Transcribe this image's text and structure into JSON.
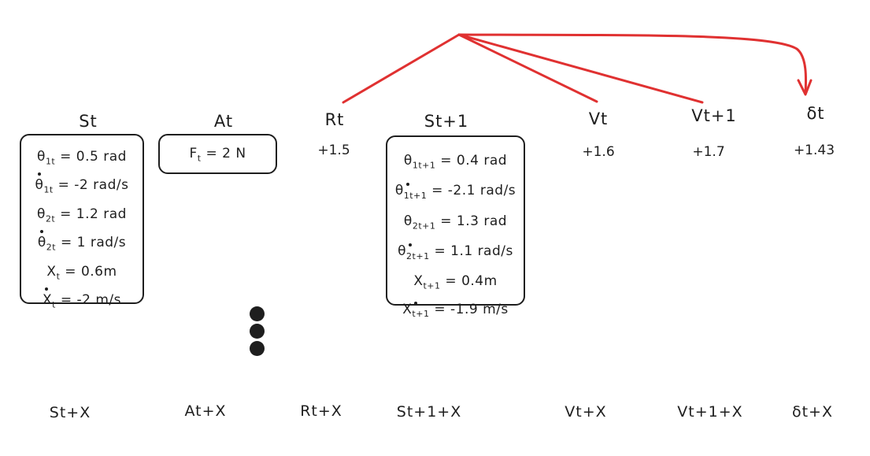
{
  "columns": [
    {
      "head": "St",
      "value": "",
      "foot": "St+X"
    },
    {
      "head": "At",
      "value": "",
      "foot": "At+X"
    },
    {
      "head": "Rt",
      "value": "+1.5",
      "foot": "Rt+X"
    },
    {
      "head": "St+1",
      "value": "",
      "foot": "St+1+X"
    },
    {
      "head": "Vt",
      "value": "+1.6",
      "foot": "Vt+X"
    },
    {
      "head": "Vt+1",
      "value": "+1.7",
      "foot": "Vt+1+X"
    },
    {
      "head": "δt",
      "value": "+1.43",
      "foot": "δt+X"
    }
  ],
  "state_t": {
    "theta1": {
      "sym": "θ",
      "sub": "1t",
      "value": " = 0.5 rad"
    },
    "theta1_dot": {
      "sym": "θ",
      "sub": "1t",
      "value": " = -2 rad/s"
    },
    "theta2": {
      "sym": "θ",
      "sub": "2t",
      "value": " = 1.2 rad"
    },
    "theta2_dot": {
      "sym": "θ",
      "sub": "2t",
      "value": " = 1 rad/s"
    },
    "x": {
      "sym": "X",
      "sub": "t",
      "value": " = 0.6m"
    },
    "x_dot": {
      "sym": "X",
      "sub": "t",
      "value": " = -2 m/s"
    }
  },
  "action_t": {
    "sym": "F",
    "sub": "t",
    "value": " = 2 N"
  },
  "state_t1": {
    "theta1": {
      "sym": "θ",
      "sub": "1t+1",
      "value": " = 0.4 rad"
    },
    "theta1_dot": {
      "sym": "θ",
      "sub": "1t+1",
      "value": " = -2.1 rad/s"
    },
    "theta2": {
      "sym": "θ",
      "sub": "2t+1",
      "value": " = 1.3 rad"
    },
    "theta2_dot": {
      "sym": "θ",
      "sub": "2t+1",
      "value": " = 1.1 rad/s"
    },
    "x": {
      "sym": "X",
      "sub": "t+1",
      "value": " = 0.4m"
    },
    "x_dot": {
      "sym": "X",
      "sub": "t+1",
      "value": " = -1.9 m/s"
    }
  },
  "colors": {
    "arrow": "#e03131",
    "ink": "#1e1e1e"
  }
}
